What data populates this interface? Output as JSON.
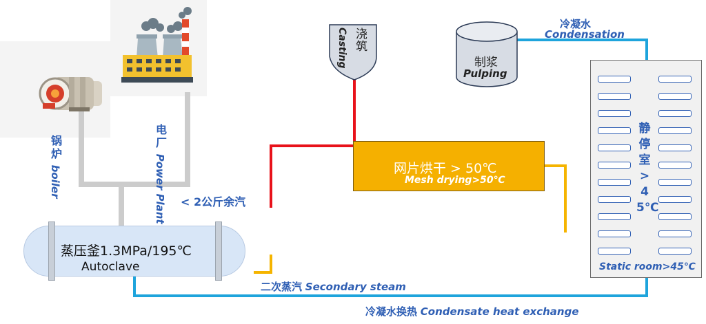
{
  "diagram": {
    "boiler": {
      "cn": "锅炉",
      "en": "boiler"
    },
    "power_plant": {
      "cn": "电厂",
      "en": "Power Plant"
    },
    "residual_steam": "< 2公斤余汽",
    "autoclave": {
      "cn": "蒸压釜1.3MPa/195℃",
      "en": "Autoclave"
    },
    "secondary_steam": {
      "cn": "二次蒸汽",
      "en": "Secondary steam"
    },
    "condensate_exchange": {
      "cn": "冷凝水换热",
      "en": "Condensate heat exchange"
    },
    "casting": {
      "cn": "浇筑",
      "en": "Casting"
    },
    "pulping": {
      "cn": "制浆",
      "en": "Pulping"
    },
    "condensation": {
      "cn": "冷凝水",
      "en": "Condensation"
    },
    "mesh_drying": {
      "cn": "网片烘干 > 50℃",
      "en": "Mesh drying>50℃"
    },
    "static_room": {
      "cn": "静停室>45℃",
      "en": "Static room>45℃"
    }
  },
  "colors": {
    "steam_pipe": "#cccccc",
    "hot_pipe": "#e8121b",
    "warm_pipe": "#f5b400",
    "water_pipe": "#1ea4dc",
    "label_blue": "#2f5fb4",
    "mesh_box": "#f5b000",
    "autoclave_body": "#d8e6f7"
  },
  "icons": [
    "boiler-icon",
    "power-plant-icon",
    "casting-vessel-icon",
    "pulping-tank-icon"
  ]
}
